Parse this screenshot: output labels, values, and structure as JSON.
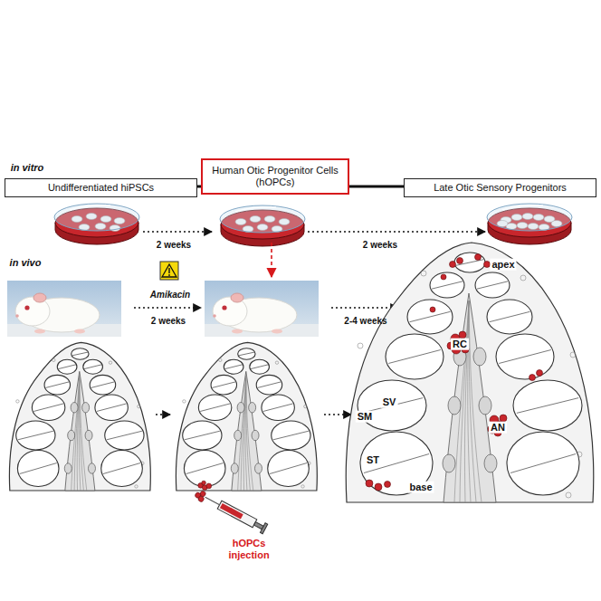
{
  "diagram": {
    "nodes": [
      {
        "text": [
          "Undifferentiated hiPSCs"
        ]
      },
      {
        "text": [
          "Human Otic Progenitor Cells (hOPCs)"
        ]
      },
      {
        "text": [
          "Late Otic Sensory Progenitors"
        ]
      }
    ],
    "edges": [
      {
        "from": 0,
        "to": 1,
        "arrow": "none"
      },
      {
        "from": 1,
        "to": 2,
        "arrow": "none"
      }
    ],
    "labels": [
      "in vitro",
      "2 weeks",
      "2 weeks",
      "in vivo",
      "Amikacin",
      "2 weeks",
      "2-4 weeks",
      "hOPCs injection",
      "apex",
      "RC",
      "SV",
      "SM",
      "AN",
      "ST",
      "base"
    ]
  }
}
